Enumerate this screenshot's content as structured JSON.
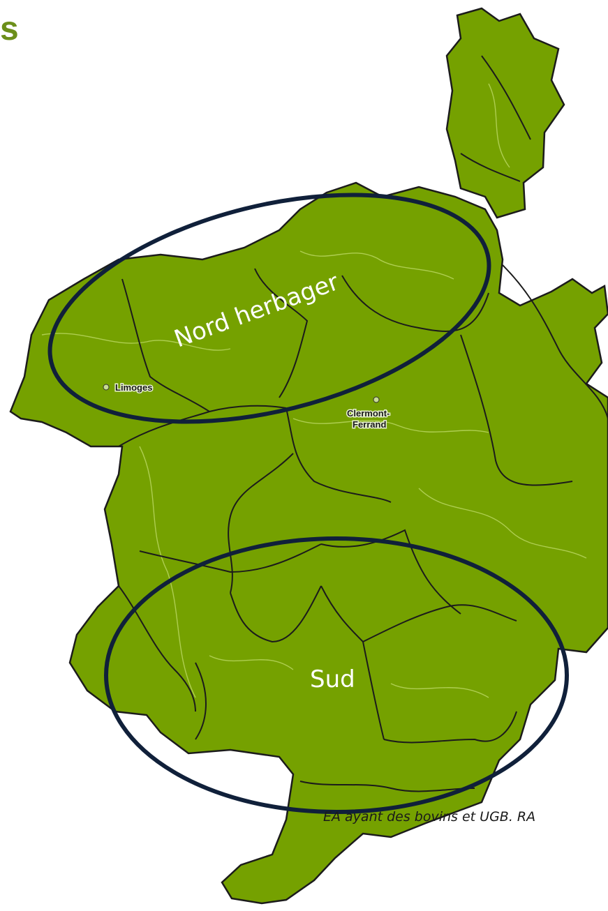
{
  "title_fragment": "s",
  "cities": {
    "limoges": "Limoges",
    "clermont_line1": "Clermont-",
    "clermont_line2": "Ferrand"
  },
  "zones": {
    "north": "Nord herbager",
    "south": "Sud"
  },
  "source_note": "EA ayant des bovins et UGB. RA",
  "colors": {
    "land": "#75a100",
    "land_light": "#86b313",
    "border": "#1b1b1b",
    "river": "#b5d35a",
    "ellipse": "#10203a",
    "title": "#6c8f1a"
  }
}
